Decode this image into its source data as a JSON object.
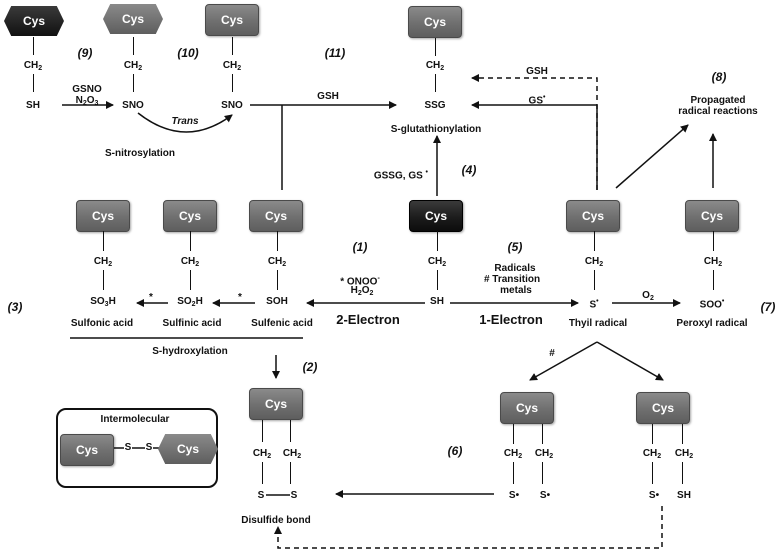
{
  "cys_label": "Cys",
  "numbers": {
    "n1": "(1)",
    "n2": "(2)",
    "n3": "(3)",
    "n4": "(4)",
    "n5": "(5)",
    "n6": "(6)",
    "n7": "(7)",
    "n8": "(8)",
    "n9": "(9)",
    "n10": "(10)",
    "n11": "(11)"
  },
  "labels": {
    "ch2": "CH",
    "ch2_sub": "2",
    "sh": "SH",
    "sno": "SNO",
    "ssg": "SSG",
    "soh": "SOH",
    "so2h": "SO",
    "so2h_sub": "2",
    "so2h_tail": "H",
    "so3h": "SO",
    "so3h_sub": "3",
    "so3h_tail": "H",
    "s_rad": "S",
    "s_rad_dot": "•",
    "soo": "SOO",
    "soo_dot": "•",
    "s_dot": "S•",
    "s": "S"
  },
  "text": {
    "gsno": "GSNO",
    "n2o3": "N",
    "n2o3_2": "2",
    "n2o3_o": "O",
    "n2o3_3": "3",
    "trans": "Trans",
    "s_nitrosylation": "S-nitrosylation",
    "gsh1": "GSH",
    "gsh2": "GSH",
    "gs_rad": "GS",
    "s_glutathionylation": "S-glutathionylation",
    "gssg_gs": "GSSG, GS",
    "propagated": "Propagated",
    "radical_reactions": "radical reactions",
    "star": "*",
    "onoo": "ONOO",
    "onoo_sup": "-",
    "h2o2": "H",
    "h2o2_2": "2",
    "h2o2_o": "O",
    "h2o2_2b": "2",
    "radicals": "Radicals",
    "transition": "# Transition",
    "metals": "metals",
    "o2": "O",
    "o2_sub": "2",
    "hash": "#",
    "sulfonic_acid": "Sulfonic acid",
    "sulfinic_acid": "Sulfinic acid",
    "sulfenic_acid": "Sulfenic acid",
    "two_electron": "2-Electron",
    "one_electron": "1-Electron",
    "thiyl_radical": "Thyil radical",
    "peroxyl_radical": "Peroxyl radical",
    "s_hydroxylation": "S-hydroxylation",
    "disulfide_bond": "Disulfide bond",
    "intermolecular": "Intermolecular"
  }
}
